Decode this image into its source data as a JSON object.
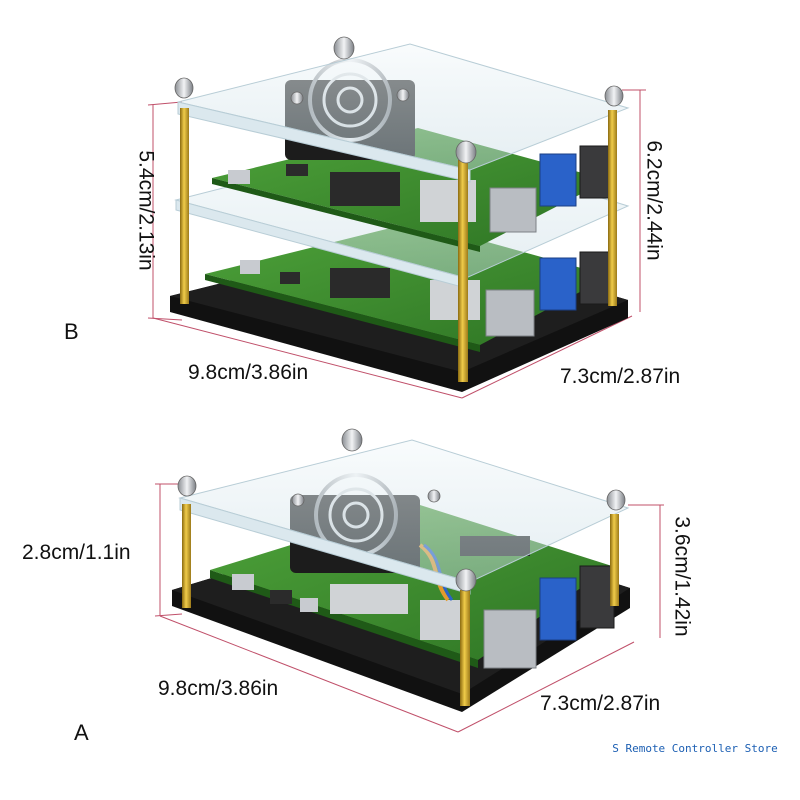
{
  "case_b": {
    "letter": "B",
    "height_left": "5.4cm/2.13in",
    "height_right": "6.2cm/2.44in",
    "length": "9.8cm/3.86in",
    "width": "7.3cm/2.87in"
  },
  "case_a": {
    "letter": "A",
    "height_left": "2.8cm/1.1in",
    "height_right": "3.6cm/1.42in",
    "length": "9.8cm/3.86in",
    "width": "7.3cm/2.87in"
  },
  "watermark": "S Remote Controller Store",
  "colors": {
    "pcb_green": "#3c8c2e",
    "brass": "#c9a227",
    "acrylic": "#d6e6ee",
    "base_black": "#111111",
    "usb_blue": "#2a62c9",
    "dimension_line": "#c0506a"
  }
}
